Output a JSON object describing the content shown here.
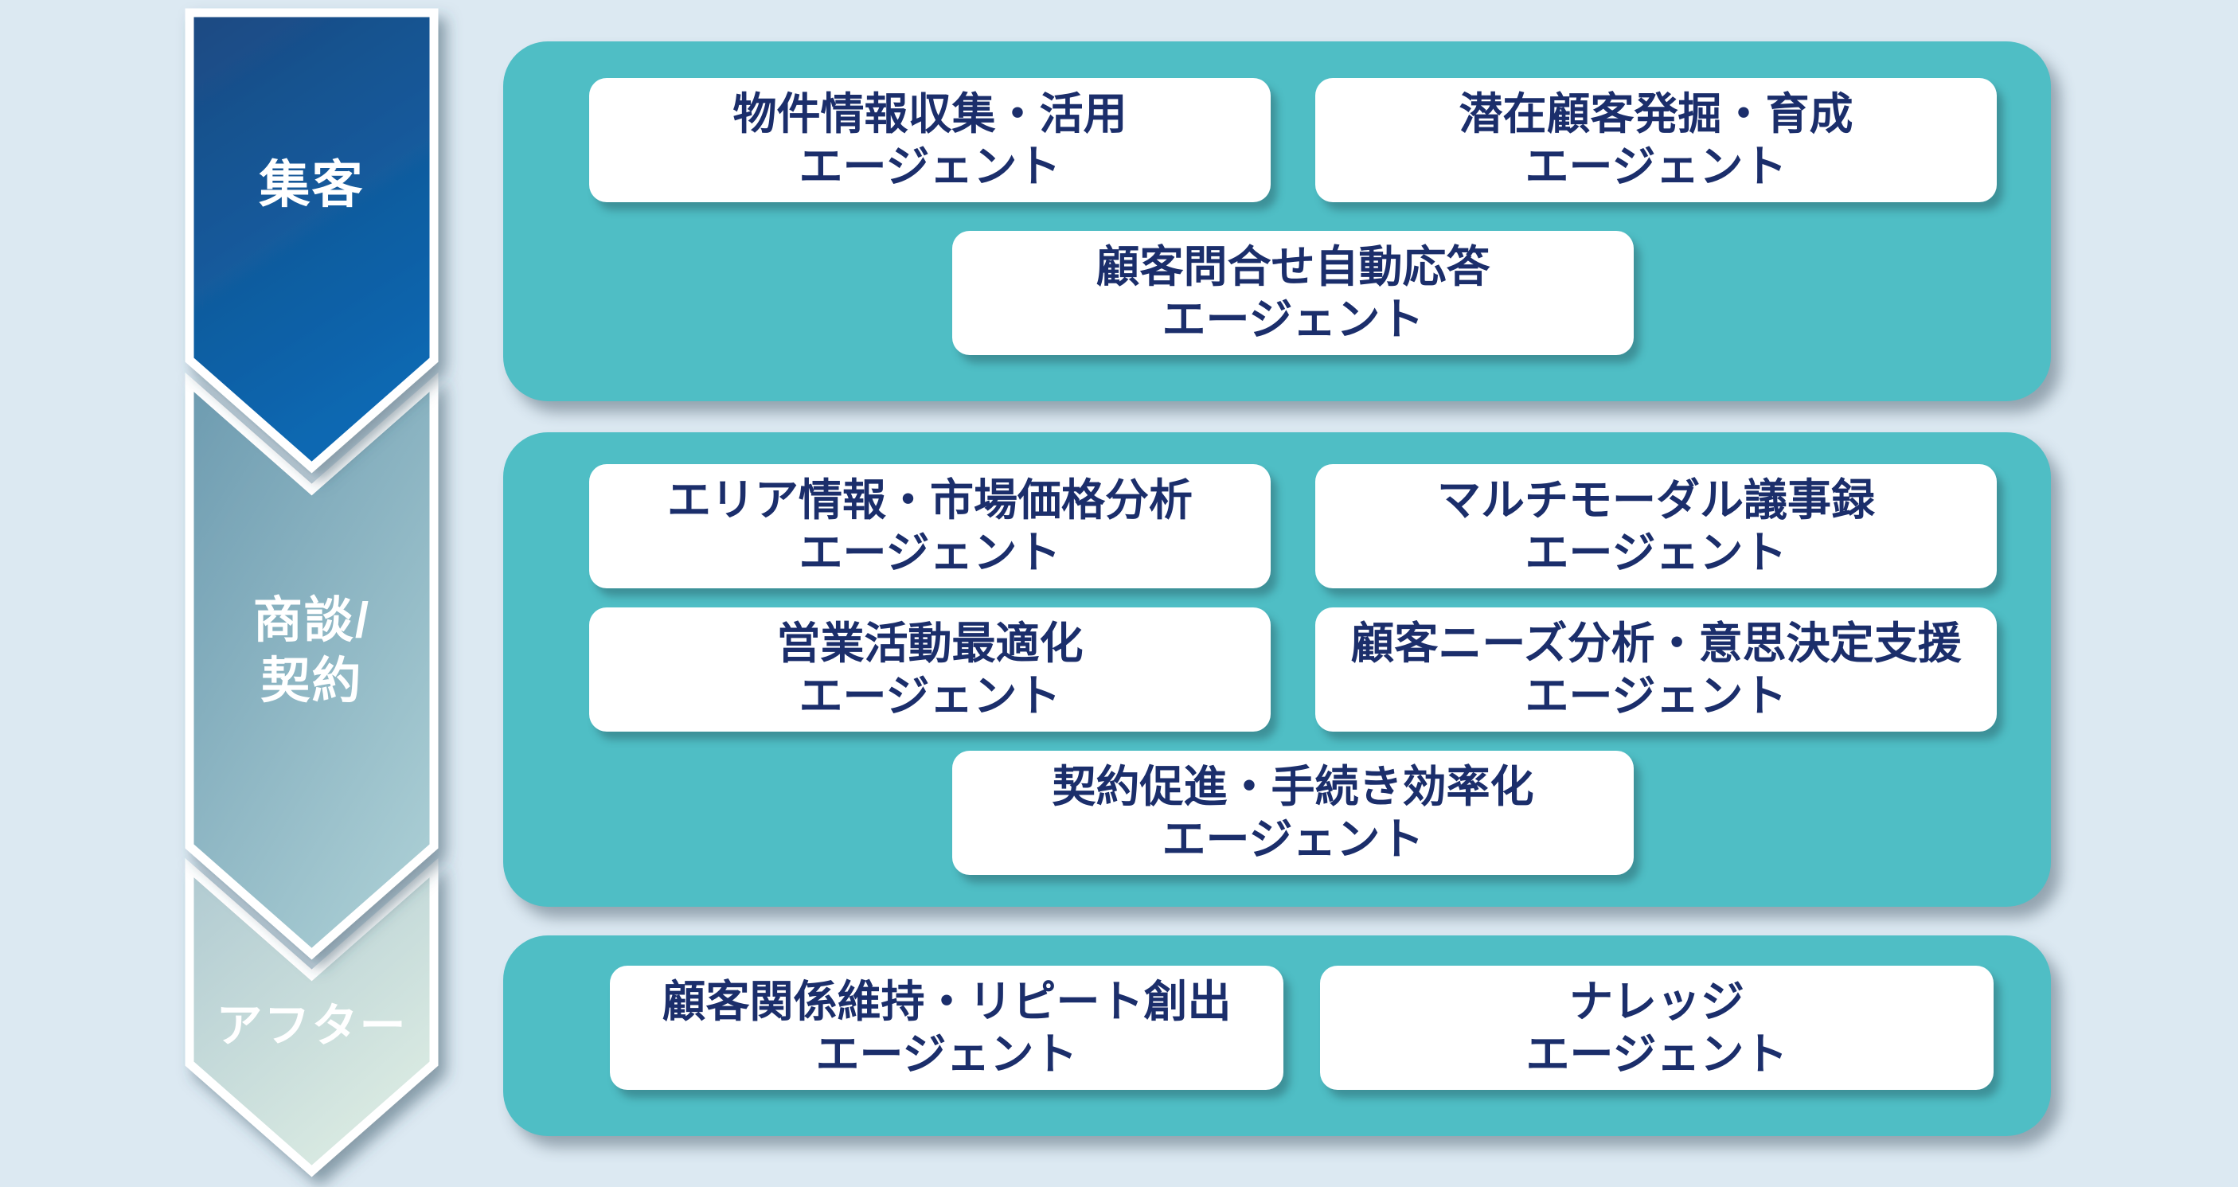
{
  "colors": {
    "background": "#dce9f2",
    "panel_teal": "#4fbec5",
    "card_text_navy": "#1b2e6b",
    "arrow1_gradient_start": "#1d4a82",
    "arrow1_gradient_end": "#0968b2",
    "arrow2_gradient_start": "#6d9bb0",
    "arrow2_gradient_end": "#a8ccd3",
    "arrow3_gradient_start": "#b0cad1",
    "arrow3_gradient_end": "#dcece3",
    "arrow_outline": "#ffffff",
    "label_text": "#ffffff"
  },
  "stages": [
    {
      "id": "attract",
      "label_lines": [
        "集客"
      ]
    },
    {
      "id": "negotiation-contract",
      "label_lines": [
        "商談/",
        "契約"
      ]
    },
    {
      "id": "after",
      "label_lines": [
        "アフター"
      ]
    }
  ],
  "panels": [
    {
      "stage": "集客",
      "cards": [
        {
          "lines": [
            "物件情報収集・活用",
            "エージェント"
          ]
        },
        {
          "lines": [
            "潜在顧客発掘・育成",
            "エージェント"
          ]
        },
        {
          "lines": [
            "顧客問合せ自動応答",
            "エージェント"
          ]
        }
      ]
    },
    {
      "stage": "商談/契約",
      "cards": [
        {
          "lines": [
            "エリア情報・市場価格分析",
            "エージェント"
          ]
        },
        {
          "lines": [
            "マルチモーダル議事録",
            "エージェント"
          ]
        },
        {
          "lines": [
            "営業活動最適化",
            "エージェント"
          ]
        },
        {
          "lines": [
            "顧客ニーズ分析・意思決定支援",
            "エージェント"
          ]
        },
        {
          "lines": [
            "契約促進・手続き効率化",
            "エージェント"
          ]
        }
      ]
    },
    {
      "stage": "アフター",
      "cards": [
        {
          "lines": [
            "顧客関係維持・リピート創出",
            "エージェント"
          ]
        },
        {
          "lines": [
            "ナレッジ",
            "エージェント"
          ]
        }
      ]
    }
  ]
}
